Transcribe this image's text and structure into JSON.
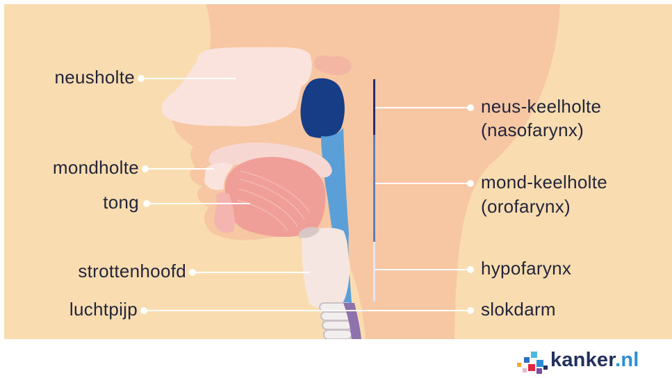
{
  "labels_left": {
    "neusholte": "neusholte",
    "mondholte": "mondholte",
    "tong": "tong",
    "strottenhoofd": "strottenhoofd",
    "luchtpijp": "luchtpijp"
  },
  "labels_right": {
    "nasopharynx_line1": "neus-keelholte",
    "nasopharynx_line2": "(nasofarynx)",
    "oropharynx_line1": "mond-keelholte",
    "oropharynx_line2": "(orofarynx)",
    "hypopharynx": "hypofarynx",
    "slokdarm": "slokdarm"
  },
  "logo": {
    "name": "kanker",
    "suffix": ".nl"
  },
  "colors": {
    "background": "#f9ddb0",
    "skin": "#f7c6a2",
    "nasal_cavity": "#fbe3dd",
    "nasopharynx": "#173d86",
    "oropharynx": "#5a9fd8",
    "tongue": "#ef9f98",
    "larynx": "#f6e6e1",
    "esophagus": "#8d72ad",
    "label_text": "#22253a"
  }
}
